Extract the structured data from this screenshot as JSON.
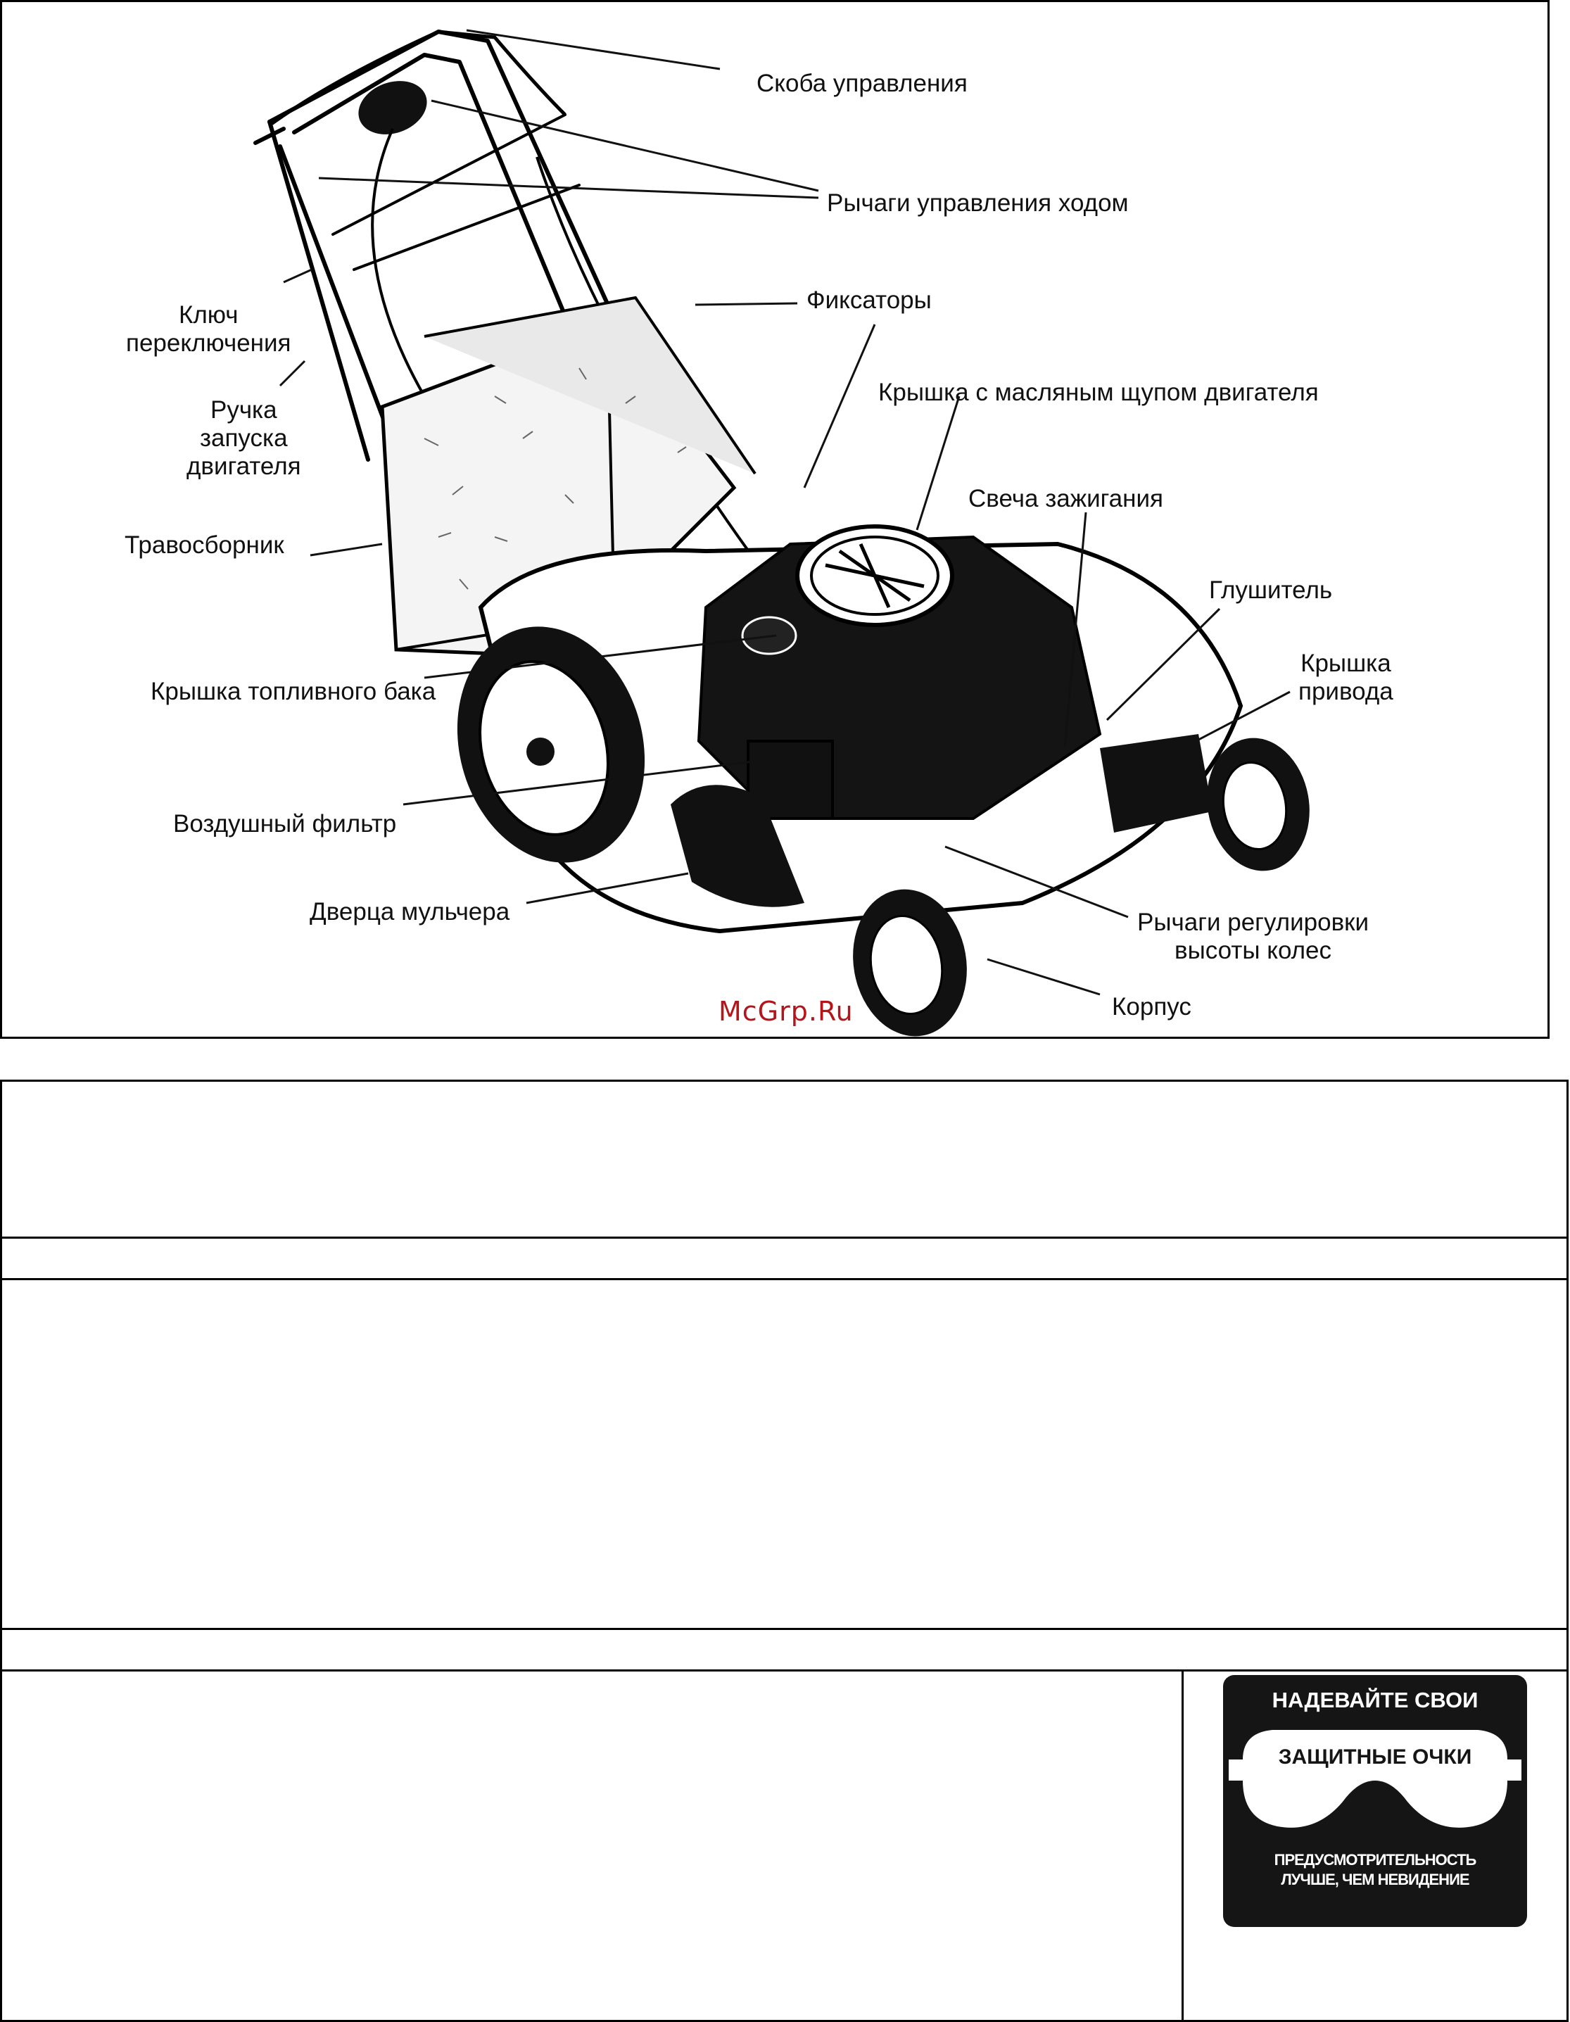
{
  "figure": {
    "labels": {
      "control_bail": "Скоба управления",
      "drive_levers": "Рычаги управления ходом",
      "latches": "Фиксаторы",
      "key": "Ключ\nпереключения",
      "dipstick_cap": "Крышка с масляным щупом двигателя",
      "start_handle": "Ручка\nзапуска\nдвигателя",
      "spark_plug": "Свеча зажигания",
      "grass_bag": "Травосборник",
      "muffler": "Глушитель",
      "drive_cover": "Крышка\nпривода",
      "fuel_cap": "Крышка топливного бака",
      "air_filter": "Воздушный фильтр",
      "mulch_door": "Дверца мульчера",
      "height_levers": "Рычаги регулировки\nвысоты колес",
      "deck": "Корпус"
    },
    "watermark": "McGrp.Ru"
  },
  "sign": {
    "top": "НАДЕВАЙТЕ СВОИ",
    "middle": "ЗАЩИТНЫЕ ОЧКИ",
    "bottom_line1": "ПРЕДУСМОТРИТЕЛЬНОСТЬ",
    "bottom_line2": "ЛУЧШЕ, ЧЕМ НЕВИДЕНИЕ",
    "background_color": "#151515"
  }
}
